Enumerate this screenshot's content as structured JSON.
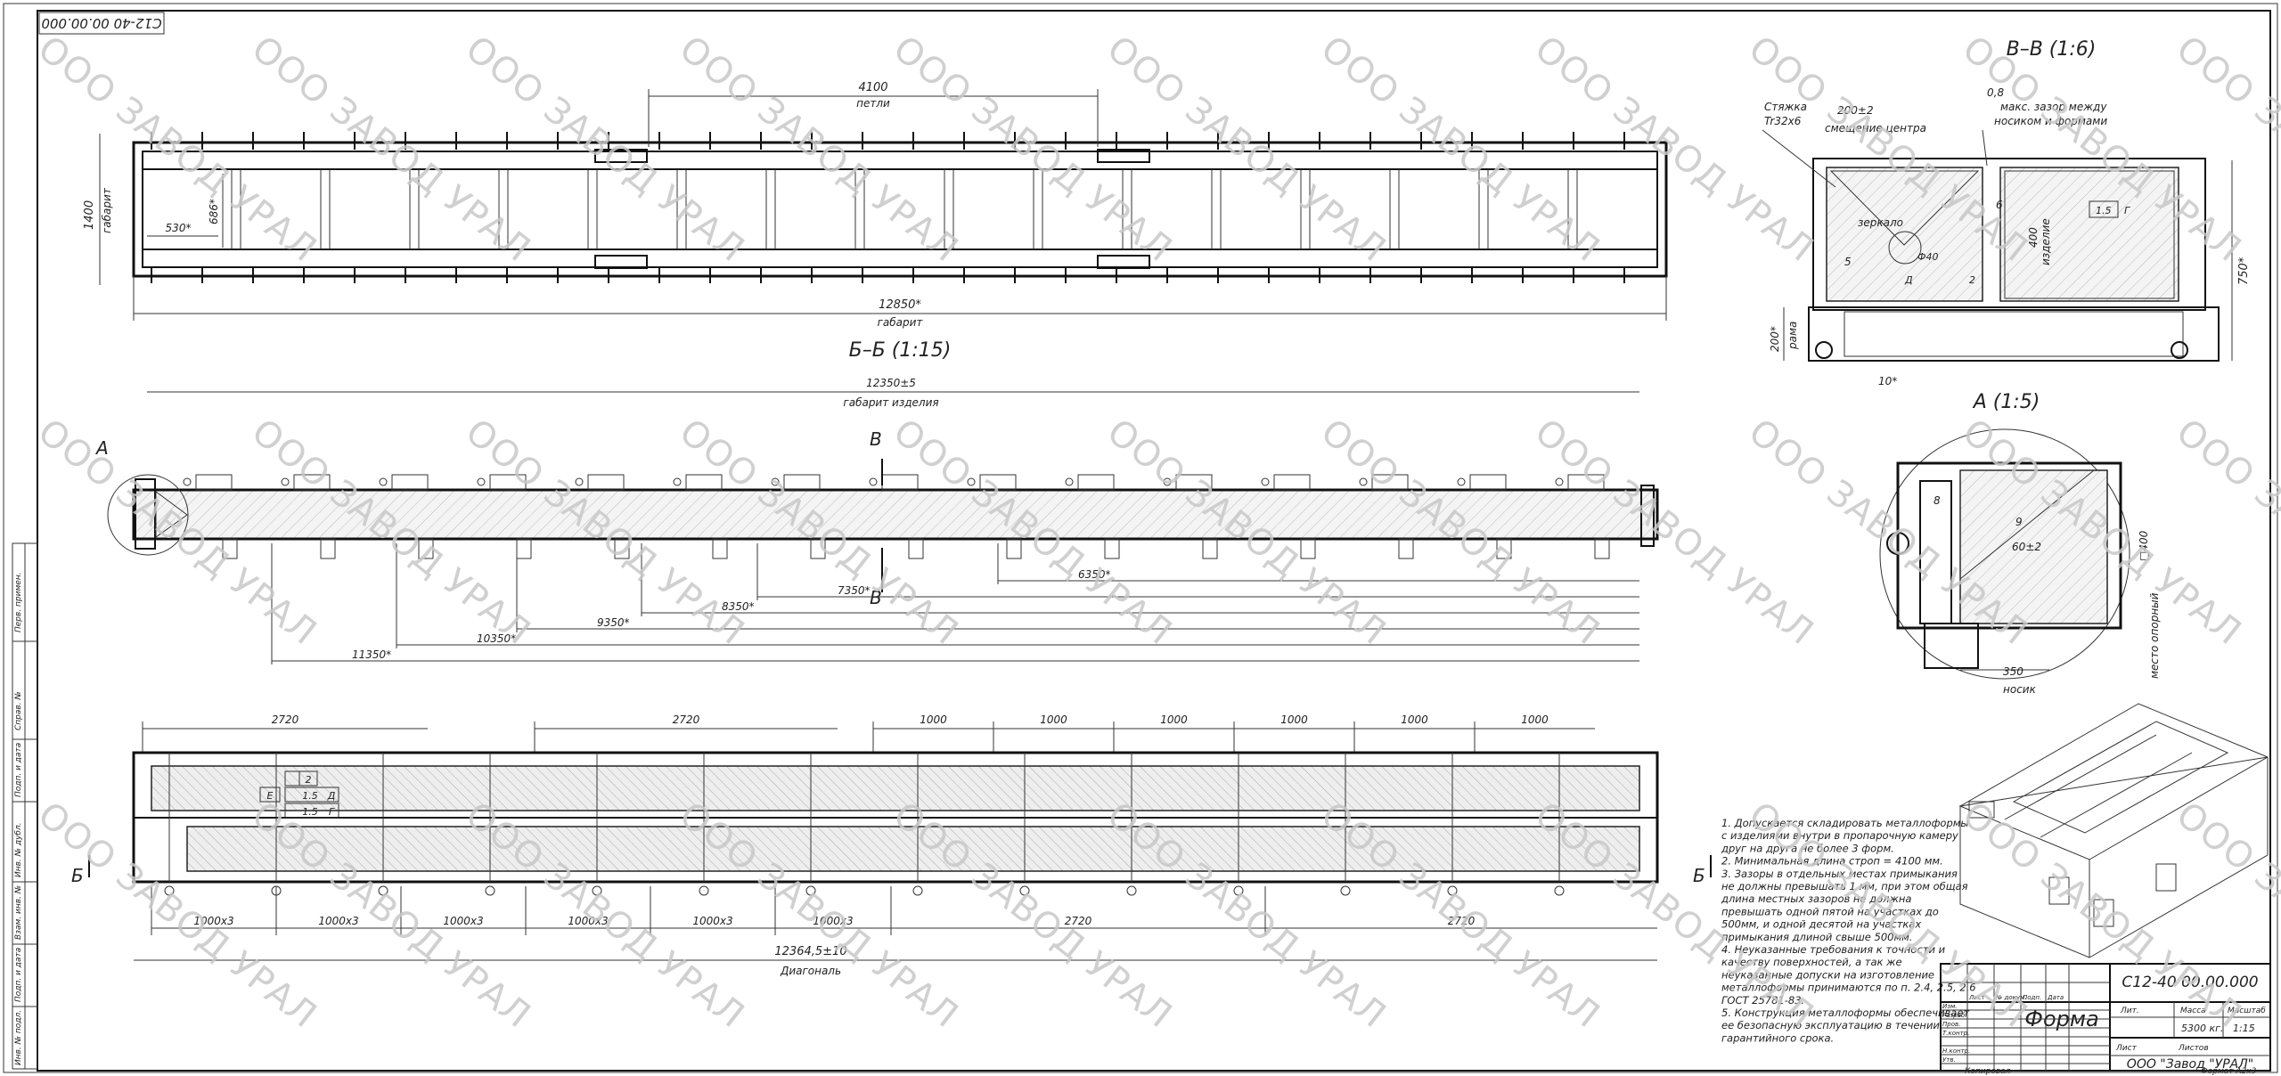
{
  "drawing": {
    "code": "С12-40 00.00.000",
    "code_rotated": "С12-40 00.00.000"
  },
  "watermark": "ООО ЗАВОД УРАЛ",
  "views": {
    "top_view": {
      "dim_loops": "4100",
      "dim_loops_label": "петли",
      "dim_height": "1400",
      "dim_height_label": "габарит",
      "dim_530": "530*",
      "dim_686": "686*",
      "dim_total": "12850*",
      "dim_total_label": "габарит"
    },
    "section_bb": {
      "title": "Б–Б (1:15)",
      "dim_product": "12350±5",
      "dim_product_label": "габарит изделия",
      "marker_a": "А",
      "marker_v_top": "В",
      "marker_v_bot": "В",
      "dims": [
        "6350*",
        "7350*",
        "8350*",
        "9350*",
        "10350*",
        "11350*"
      ]
    },
    "bottom_view": {
      "top_dims": [
        "2720",
        "2720",
        "1000",
        "1000",
        "1000",
        "1000",
        "1000",
        "1000"
      ],
      "bottom_dims": [
        "1000х3",
        "1000х3",
        "1000х3",
        "1000х3",
        "1000х3",
        "1000х3",
        "2720",
        "2720"
      ],
      "diag_dim": "12364,5±10",
      "diag_label": "Диагональ",
      "marker_b_left": "Б",
      "marker_b_right": "Б",
      "tol_table": [
        [
          "2"
        ],
        [
          "1.5",
          "Д"
        ],
        [
          "1.5",
          "Г"
        ]
      ],
      "tol_e": "Е"
    },
    "section_vv": {
      "title": "В–В (1:6)",
      "stud": "Стяжка",
      "stud_size": "Tr32х6",
      "shift": "200±2",
      "shift_label": "смещение центра",
      "gap": "0,8",
      "gap_label1": "макс. зазор между",
      "gap_label2": "носиком и формами",
      "mirror": "зеркало",
      "product": "изделие",
      "dim_400": "400",
      "dim_6": "6",
      "dim_5": "5",
      "dim_phi": "Ф40",
      "dim_750": "750*",
      "dim_200": "200*",
      "dim_200_label": "рама",
      "dim_10": "10*",
      "tol_1": "1.5",
      "tol_g": "Г",
      "tol_d": "Д",
      "tol_2": "2"
    },
    "detail_a": {
      "title": "А (1:5)",
      "dim_8": "8",
      "dim_9": "9",
      "dim_60": "60±2",
      "dim_400": "□400",
      "dim_350": "350",
      "nose": "носик",
      "support": "место опорный"
    }
  },
  "notes": [
    "1. Допускается складировать металлоформы",
    "с изделиями внутри в пропарочную камеру",
    "друг на друга не более 3 форм.",
    "2. Минимальная длина строп = 4100 мм.",
    "3. Зазоры в отдельных местах примыкания",
    "не должны превышать 1 мм, при этом общая",
    "длина местных зазоров не должна",
    "превышать одной пятой на участках до",
    "500мм, и одной десятой на участках",
    "примыкания длиной свыше 500мм.",
    "4. Неуказанные требования к точности и",
    "качеству поверхностей, а так же",
    "неуказанные допуски на изготовление",
    "металлоформы принимаются по п. 2.4, 2.5, 2.6",
    "ГОСТ 25781-83.",
    "5. Конструкция металлоформы обеспечивает",
    "ее безопасную эксплуатацию в течении",
    "гарантийного срока."
  ],
  "title_block": {
    "designation": "С12-40 00.00.000",
    "name": "Форма",
    "mass": "5300 кг.",
    "scale": "1:15",
    "company": "ООО \"Завод \"УРАЛ\"",
    "lit_label": "Лит.",
    "mass_label": "Масса",
    "scale_label": "Масштаб",
    "sheet_label": "Лист",
    "sheets_label": "Листов",
    "rows_left": [
      "Изм.",
      "Разраб.",
      "Пров.",
      "Т.контр.",
      "",
      "Н.контр.",
      "Утв."
    ],
    "col_labels": [
      "Лист",
      "№ докум.",
      "Подп.",
      "Дата"
    ],
    "copied": "Копировал",
    "format": "Формат  А2х3"
  },
  "side_stamp": [
    "Перв. примен.",
    "Справ. №",
    "Подп. и дата",
    "Инв. № дубл.",
    "Взам. инв. №",
    "Подп. и дата",
    "Инв. № подл."
  ]
}
